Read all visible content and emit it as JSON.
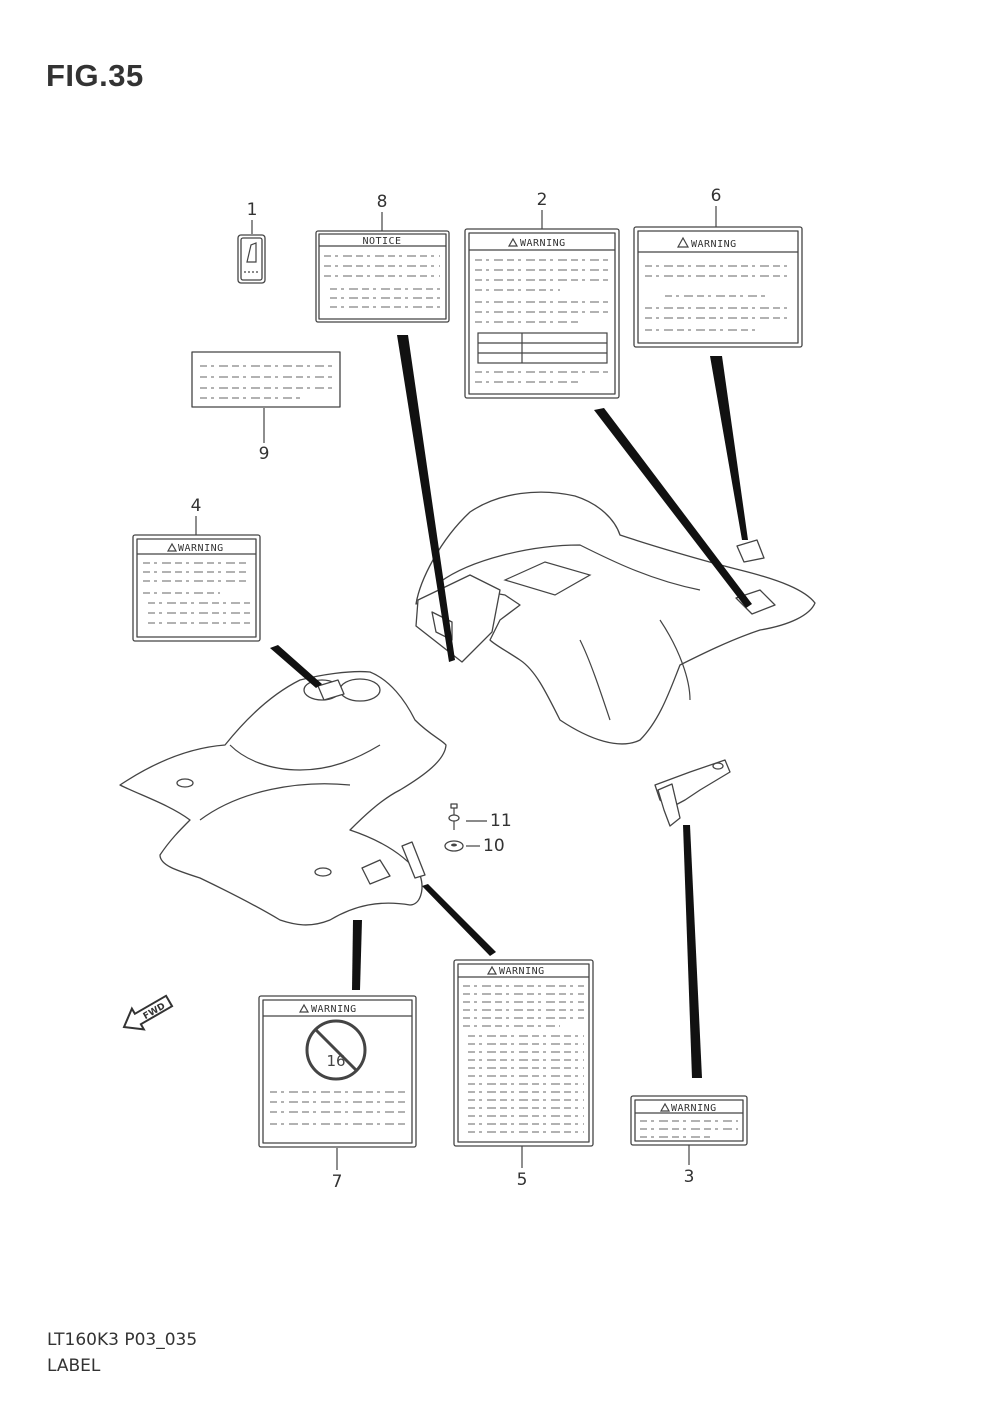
{
  "figure": {
    "title": "FIG.35",
    "model_code": "LT160K3 P03_035",
    "section_name": "LABEL"
  },
  "callouts": [
    "1",
    "2",
    "3",
    "4",
    "5",
    "6",
    "7",
    "8",
    "9",
    "10",
    "11"
  ],
  "label_headings": {
    "notice": "NOTICE",
    "warning": "WARNING"
  },
  "fwd_arrow_text": "FWD",
  "age_badge_text": "16"
}
